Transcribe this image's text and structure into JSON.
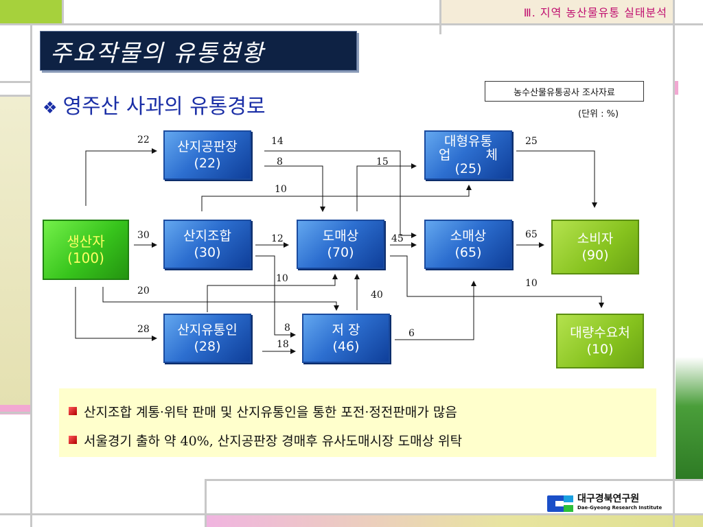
{
  "header": {
    "chapter": "Ⅲ. 지역 농산물유통 실태분석"
  },
  "title": "주요작물의 유통현황",
  "section": {
    "bullet": "❖",
    "label": "영주산 사과의 유통경로"
  },
  "source_note": "농수산물유통공사 조사자료",
  "unit_note": "(단위 : %)",
  "nodes": {
    "producer": {
      "name": "생산자",
      "value": "(100)"
    },
    "sanji_gongpan": {
      "name": "산지공판장",
      "value": "(22)"
    },
    "sanji_johap": {
      "name": "산지조합",
      "value": "(30)"
    },
    "sanji_yutong": {
      "name": "산지유통인",
      "value": "(28)"
    },
    "domae": {
      "name": "도매상",
      "value": "(70)"
    },
    "storage": {
      "name": "저 장",
      "value": "(46)"
    },
    "large_dist": {
      "name_top": "대형유통",
      "name_left": "업",
      "name_right": "체",
      "value": "(25)"
    },
    "retail": {
      "name": "소매상",
      "value": "(65)"
    },
    "consumer": {
      "name": "소비자",
      "value": "(90)"
    },
    "bulk": {
      "name": "대량수요처",
      "value": "(10)"
    }
  },
  "flow_labels": {
    "f22": "22",
    "f30": "30",
    "f20": "20",
    "f28": "28",
    "f14": "14",
    "f8a": "8",
    "f10a": "10",
    "f12": "12",
    "f10b": "10",
    "f8b": "8",
    "f18": "18",
    "f40": "40",
    "f15": "15",
    "f45": "45",
    "f6": "6",
    "f25": "25",
    "f65": "65",
    "f10c": "10"
  },
  "notes": [
    "산지조합 계통·위탁 판매 및 산지유통인을 통한 포전·정전판매가 많음",
    "서울경기 출하 약 40%, 산지공판장 경매후 유사도매시장 도매상 위탁"
  ],
  "logo": {
    "name": "대구경북연구원",
    "sub": "Dae-Gyeong Research Institute"
  },
  "colors": {
    "title_bg": "#0e2244",
    "header_text": "#1a2ea6",
    "chapter_bg": "#f5ecd8",
    "note_bg": "#ffffcc"
  }
}
